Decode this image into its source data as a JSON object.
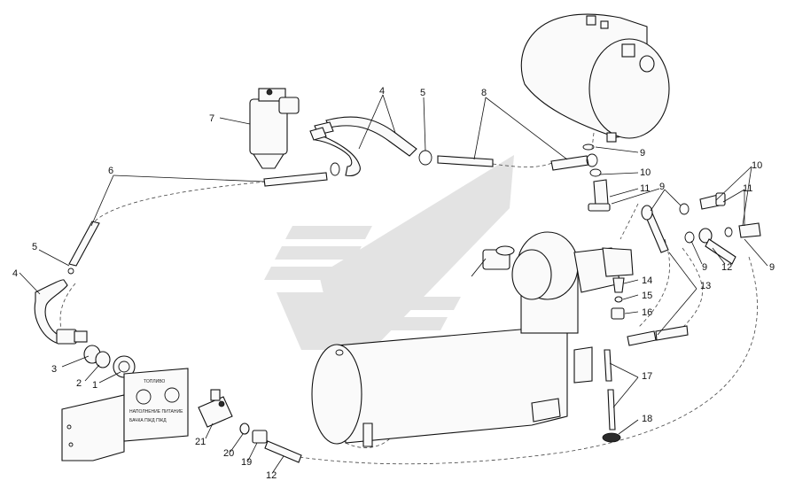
{
  "diagram": {
    "callouts": [
      {
        "id": "c1",
        "text": "1"
      },
      {
        "id": "c2",
        "text": "2"
      },
      {
        "id": "c3",
        "text": "3"
      },
      {
        "id": "c4a",
        "text": "4"
      },
      {
        "id": "c4b",
        "text": "4"
      },
      {
        "id": "c5a",
        "text": "5"
      },
      {
        "id": "c5b",
        "text": "5"
      },
      {
        "id": "c6",
        "text": "6"
      },
      {
        "id": "c7",
        "text": "7"
      },
      {
        "id": "c8",
        "text": "8"
      },
      {
        "id": "c9a",
        "text": "9"
      },
      {
        "id": "c9b",
        "text": "9"
      },
      {
        "id": "c9c",
        "text": "9"
      },
      {
        "id": "c9d",
        "text": "9"
      },
      {
        "id": "c10a",
        "text": "10"
      },
      {
        "id": "c10b",
        "text": "10"
      },
      {
        "id": "c11a",
        "text": "11"
      },
      {
        "id": "c11b",
        "text": "11"
      },
      {
        "id": "c12a",
        "text": "12"
      },
      {
        "id": "c12b",
        "text": "12"
      },
      {
        "id": "c13",
        "text": "13"
      },
      {
        "id": "c14",
        "text": "14"
      },
      {
        "id": "c15",
        "text": "15"
      },
      {
        "id": "c16",
        "text": "16"
      },
      {
        "id": "c17",
        "text": "17"
      },
      {
        "id": "c18",
        "text": "18"
      },
      {
        "id": "c19",
        "text": "19"
      },
      {
        "id": "c20",
        "text": "20"
      },
      {
        "id": "c21",
        "text": "21"
      }
    ],
    "plate": {
      "title": "ТОПЛИВО",
      "line1": "НАПОЛНЕНИЕ  ПИТАНИЕ",
      "line2": "БАЧКА   ПЖД   ПЖД"
    },
    "colors": {
      "line": "#111111",
      "watermark": "#e3e3e3"
    }
  }
}
